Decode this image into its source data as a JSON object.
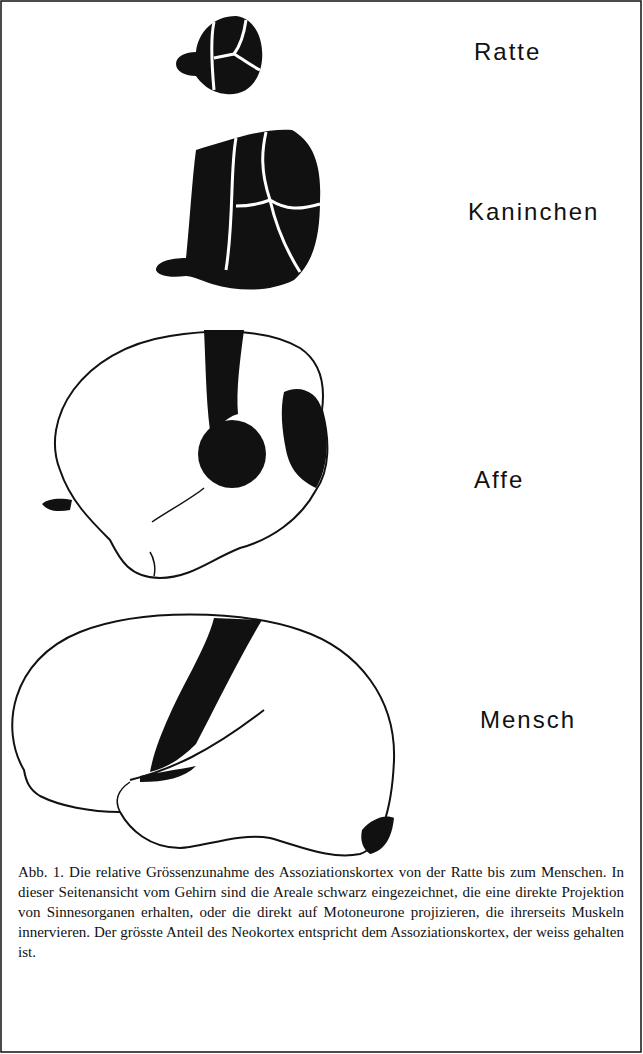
{
  "diagram": {
    "caption": "Abb. 1. Die relative Grössenzunahme des Assoziationskortex von der Ratte bis zum Menschen. In dieser Seitenansicht vom Gehirn sind die Areale schwarz eingezeichnet, die eine direkte Projektion von Sinnesorganen erhalten, oder die direkt auf Motoneurone projizieren, die ihrerseits Muskeln innervieren. Der grösste Anteil des Neokortex entspricht dem Assoziationskortex, der weiss gehalten ist.",
    "labels": [
      "Ratte",
      "Kaninchen",
      "Affe",
      "Mensch"
    ]
  }
}
